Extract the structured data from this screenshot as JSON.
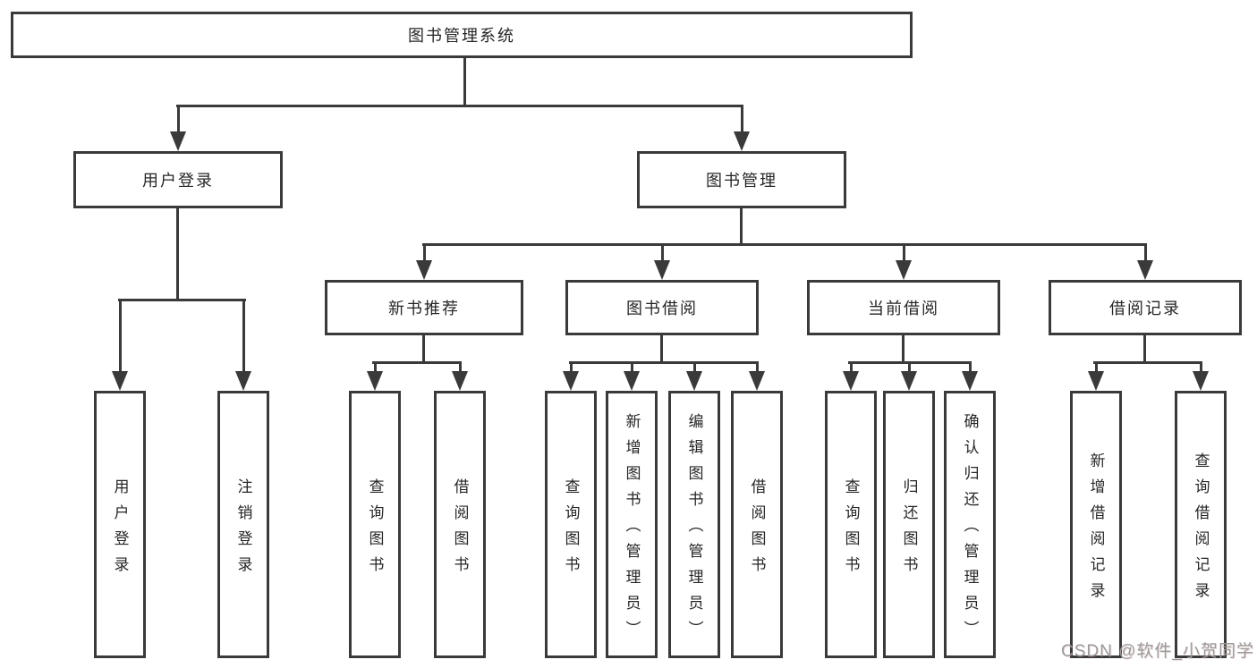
{
  "diagram": {
    "root": {
      "label": "图书管理系统"
    },
    "level2": {
      "user_login": {
        "label": "用户登录"
      },
      "book_mgmt": {
        "label": "图书管理"
      }
    },
    "level3": {
      "new_books": {
        "label": "新书推荐"
      },
      "borrowing": {
        "label": "图书借阅"
      },
      "current": {
        "label": "当前借阅"
      },
      "records": {
        "label": "借阅记录"
      }
    },
    "leaves": {
      "user_login": {
        "login": "用户登录",
        "logout": "注销登录"
      },
      "new_books": {
        "query": "查询图书",
        "borrow": "借阅图书"
      },
      "borrowing": {
        "query": "查询图书",
        "add": "新增图书（管理员）",
        "edit": "编辑图书（管理员）",
        "borrow": "借阅图书"
      },
      "current": {
        "query": "查询图书",
        "return": "归还图书",
        "confirm": "确认归还（管理员）"
      },
      "records": {
        "add": "新增借阅记录",
        "query": "查询借阅记录"
      }
    }
  },
  "watermark": {
    "text": "CSDN @软件_小贺同学"
  },
  "colors": {
    "line": "#3a3a3a",
    "text": "#262626",
    "watermark": "#9b9b9b",
    "background": "#ffffff"
  }
}
